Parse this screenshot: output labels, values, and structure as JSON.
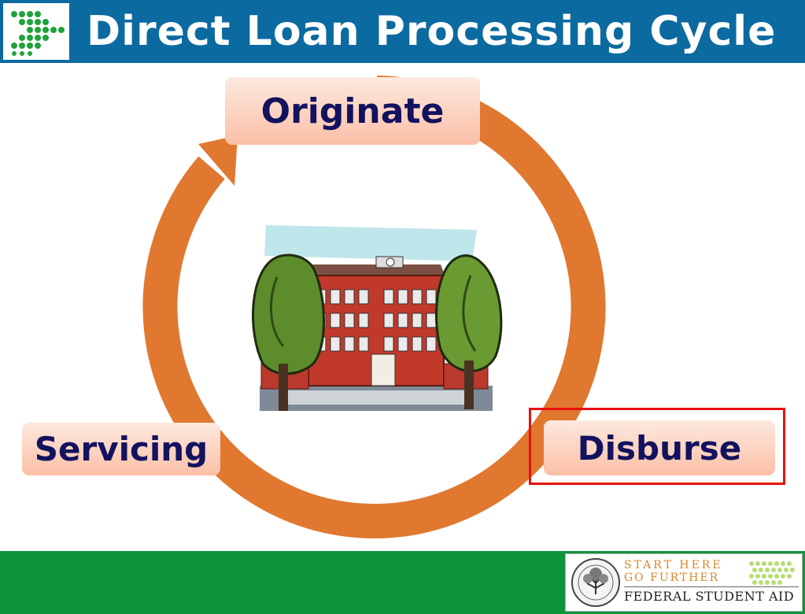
{
  "title": "Direct Loan Processing Cycle",
  "cycle": {
    "nodes": [
      {
        "label": "Originate"
      },
      {
        "label": "Servicing"
      },
      {
        "label": "Disburse",
        "highlighted": true
      }
    ],
    "arrow_color": "#e07830",
    "highlight_color": "#e8100f"
  },
  "footer": {
    "slogan_line1": "START HERE",
    "slogan_line2": "GO FURTHER",
    "org_name": "FEDERAL STUDENT AID"
  },
  "colors": {
    "header": "#0b6aa0",
    "footer": "#10943a",
    "label_text": "#12125e"
  }
}
